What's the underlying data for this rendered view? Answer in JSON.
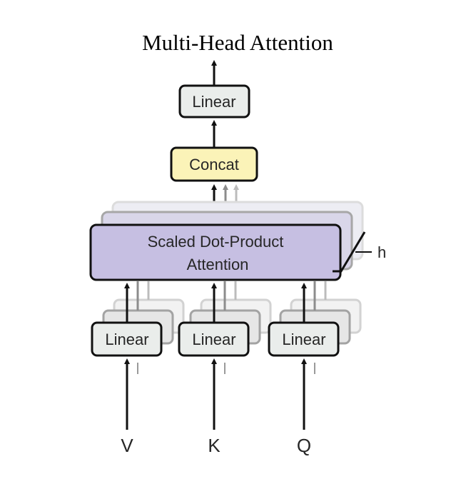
{
  "diagram": {
    "title": "Multi-Head Attention",
    "output_linear": "Linear",
    "concat": "Concat",
    "attention_line1": "Scaled Dot-Product",
    "attention_line2": "Attention",
    "head_count_label": "h",
    "inputs": [
      {
        "label": "V",
        "linear": "Linear"
      },
      {
        "label": "K",
        "linear": "Linear"
      },
      {
        "label": "Q",
        "linear": "Linear"
      }
    ]
  },
  "colors": {
    "linear_fill": "#eaedeb",
    "concat_fill": "#fbf3b8",
    "attention_fill": "#c6bfe2",
    "stroke": "#111111"
  }
}
